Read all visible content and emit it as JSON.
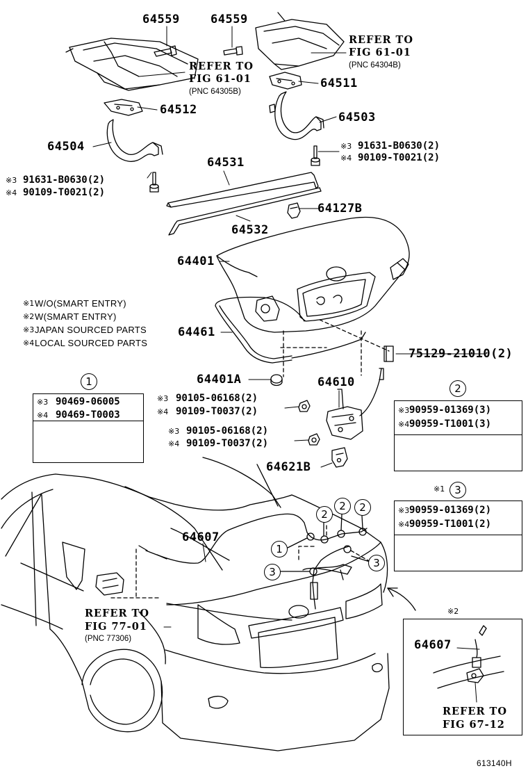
{
  "labels": {
    "p64559a": "64559",
    "p64559b": "64559",
    "refer1a": "REFER TO",
    "refer1b": "FIG 61-01",
    "refer1c": "(PNC 64305B)",
    "refer2a": "REFER TO",
    "refer2b": "FIG 61-01",
    "refer2c": "(PNC 64304B)",
    "p64511": "64511",
    "p64512": "64512",
    "p64503": "64503",
    "p64504": "64504",
    "bolt_r1": "91631-B0630(2)",
    "bolt_r2": "90109-T0021(2)",
    "bolt_l1": "91631-B0630(2)",
    "bolt_l2": "90109-T0021(2)",
    "p64531": "64531",
    "p64127b": "64127B",
    "p64532": "64532",
    "p64401": "64401",
    "p64461": "64461",
    "p75129": "75129-21010(2)",
    "p64401a": "64401A",
    "p64610": "64610",
    "nut1a": "90105-06168(2)",
    "nut1b": "90109-T0037(2)",
    "nut2a": "90105-06168(2)",
    "nut2b": "90109-T0037(2)",
    "p64621b": "64621B",
    "p64607": "64607",
    "refer3a": "REFER TO",
    "refer3b": "FIG 77-01",
    "refer3c": "(PNC 77306)",
    "inset_64607": "64607",
    "refer4a": "REFER TO",
    "refer4b": "FIG 67-12",
    "fig_code": "613140H"
  },
  "notes": [
    {
      "mark": "※1",
      "text": "W/O(SMART ENTRY)"
    },
    {
      "mark": "※2",
      "text": "W(SMART ENTRY)"
    },
    {
      "mark": "※3",
      "text": "JAPAN SOURCED PARTS"
    },
    {
      "mark": "※4",
      "text": "LOCAL SOURCED PARTS"
    }
  ],
  "marks": {
    "m1": "※1",
    "m2": "※2",
    "m3": "※3",
    "m4": "※4"
  },
  "clips": [
    {
      "num": "1",
      "row1": "90469-06005",
      "row2": "90469-T0003"
    },
    {
      "num": "2",
      "row1": "90959-01369(3)",
      "row2": "90959-T1001(3)"
    },
    {
      "num": "3",
      "row1": "90959-01369(2)",
      "row2": "90959-T1001(2)"
    }
  ],
  "callouts": {
    "c1": "1",
    "c2": "2",
    "c3": "3"
  }
}
